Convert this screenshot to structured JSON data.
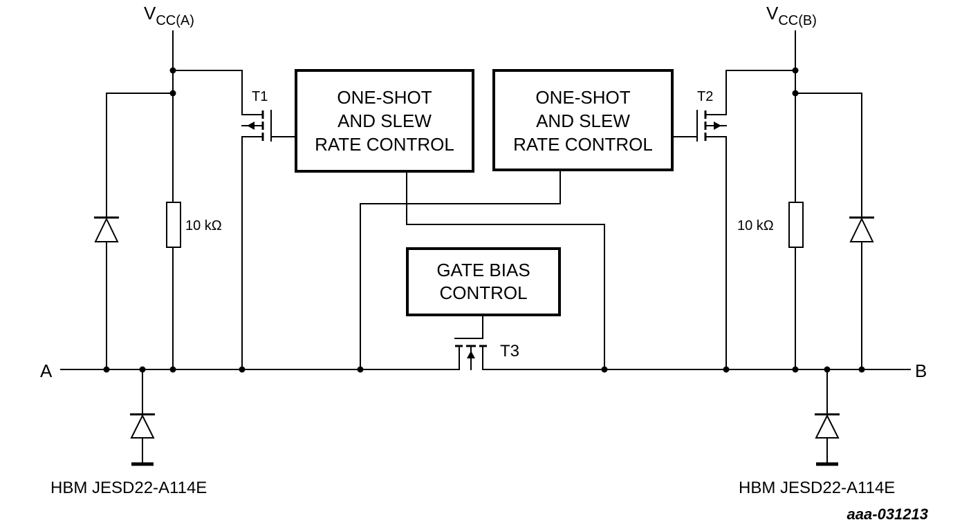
{
  "supplies": {
    "vcc_a": {
      "main": "V",
      "sub": "CC(A)"
    },
    "vcc_b": {
      "main": "V",
      "sub": "CC(B)"
    }
  },
  "ports": {
    "a": "A",
    "b": "B"
  },
  "transistors": {
    "t1": "T1",
    "t2": "T2",
    "t3": "T3"
  },
  "resistors": {
    "left": "10 kΩ",
    "right": "10 kΩ"
  },
  "blocks": {
    "oneshot_left": [
      "ONE-SHOT",
      "AND SLEW",
      "RATE CONTROL"
    ],
    "oneshot_right": [
      "ONE-SHOT",
      "AND SLEW",
      "RATE CONTROL"
    ],
    "gate_bias": [
      "GATE BIAS",
      "CONTROL"
    ]
  },
  "esd": {
    "left": "HBM JESD22-A114E",
    "right": "HBM JESD22-A114E"
  },
  "figure_id": "aaa-031213"
}
